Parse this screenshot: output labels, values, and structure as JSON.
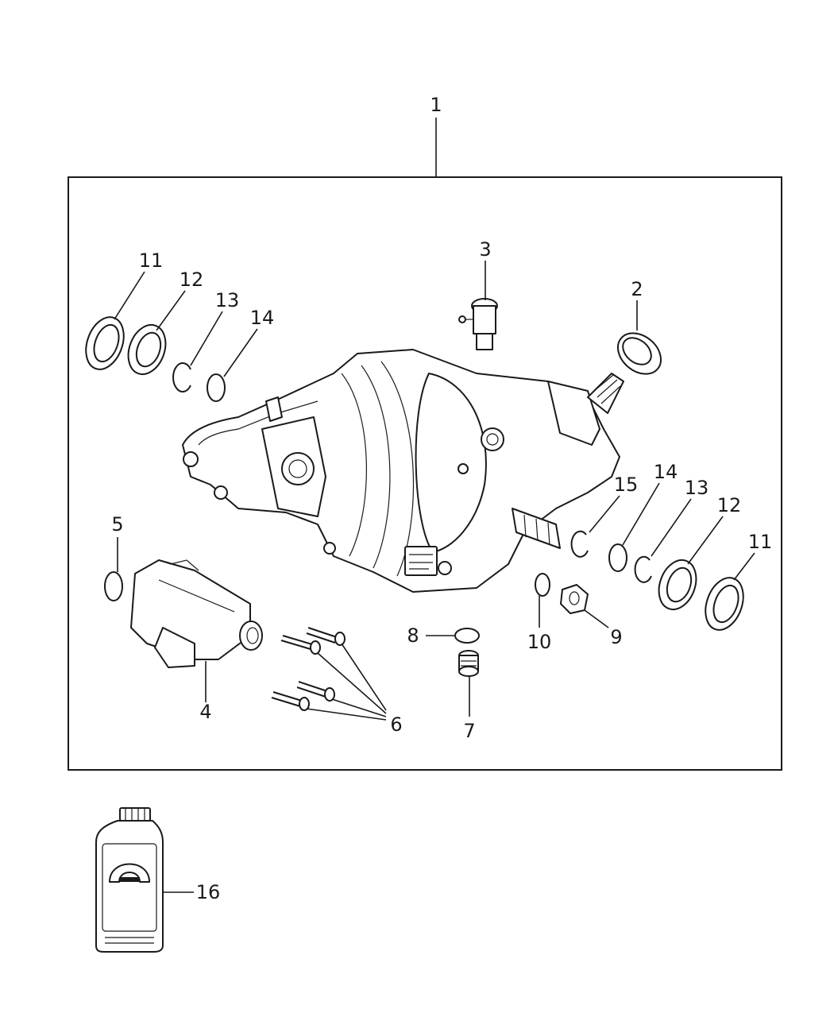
{
  "callouts": {
    "c1": "1",
    "c2": "2",
    "c3": "3",
    "c4": "4",
    "c5": "5",
    "c6": "6",
    "c7": "7",
    "c8": "8",
    "c9": "9",
    "c10": "10",
    "c11_left": "11",
    "c12_left": "12",
    "c13_left": "13",
    "c14_left": "14",
    "c15": "15",
    "c14_right": "14",
    "c13_right": "13",
    "c12_right": "12",
    "c11_right": "11",
    "c16": "16"
  }
}
